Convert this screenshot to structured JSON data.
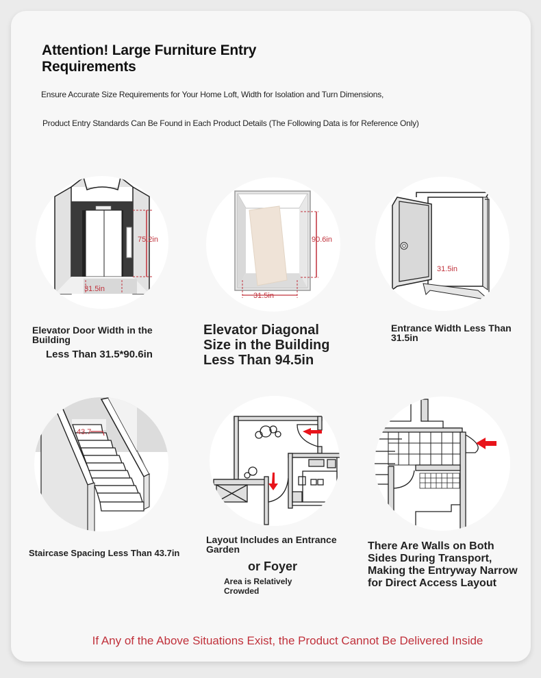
{
  "header": {
    "title": "Attention! Large Furniture Entry Requirements",
    "subtitle_line1": "Ensure Accurate Size Requirements for Your Home Loft, Width for Isolation and Turn Dimensions,",
    "subtitle_line2": "Product Entry Standards Can Be Found in Each Product Details (The Following Data is for Reference Only)"
  },
  "colors": {
    "accent_red": "#c0313b",
    "arrow_red": "#e8141b",
    "card_bg": "#f7f7f7",
    "page_bg": "#ebebeb"
  },
  "items": [
    {
      "illustration": "elevator-door-icon",
      "dims": {
        "height": "75.2in",
        "width": "31.5in"
      },
      "caption_line1": "Elevator Door Width in the Building",
      "caption_line2": "Less Than 31.5*90.6in"
    },
    {
      "illustration": "elevator-interior-icon",
      "dims": {
        "height": "90.6in",
        "width": "31.5in"
      },
      "caption_line1": "Elevator Diagonal Size in the Building Less Than 94.5in"
    },
    {
      "illustration": "open-door-icon",
      "dims": {
        "width": "31.5in"
      },
      "caption_line1": "Entrance Width Less Than 31.5in"
    },
    {
      "illustration": "staircase-icon",
      "dims": {
        "width": "43.7"
      },
      "caption_line1": "Staircase Spacing Less Than 43.7in"
    },
    {
      "illustration": "entrance-garden-floorplan-icon",
      "caption_line1": "Layout Includes an Entrance Garden",
      "caption_line2": "or Foyer",
      "caption_line3": "Area is Relatively Crowded"
    },
    {
      "illustration": "narrow-corridor-floorplan-icon",
      "caption_line1": "There Are Walls on Both Sides During Transport, Making the Entryway Narrow for Direct Access Layout"
    }
  ],
  "footer": {
    "warning": "If Any of the Above Situations Exist, the Product Cannot Be Delivered Inside"
  }
}
